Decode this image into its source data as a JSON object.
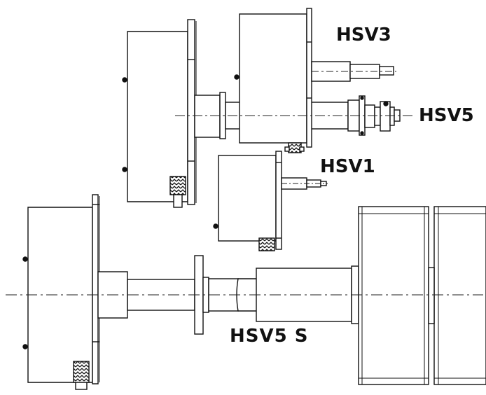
{
  "labels": {
    "hsv3": "HSV3",
    "hsv5": "HSV5",
    "hsv1": "HSV1",
    "hsv5s": "HSV5 S"
  },
  "colors": {
    "line": "#111111",
    "fill": "#ffffff",
    "centerline": "#222222"
  }
}
